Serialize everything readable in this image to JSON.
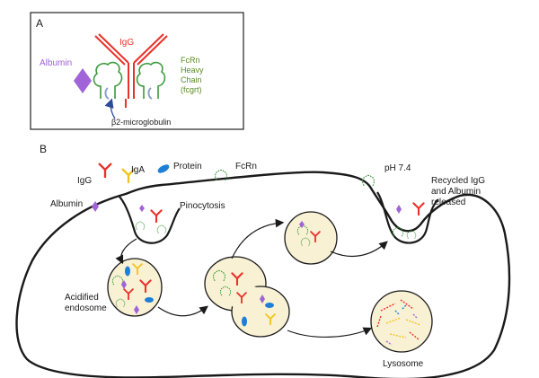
{
  "panel_a": {
    "letter": "A",
    "igg_label": "IgG",
    "albumin_label": "Albumin",
    "fcrn_label_lines": [
      "FcRn",
      "Heavy",
      "Chain",
      "(fcgrt)"
    ],
    "b2m_label": "β2-microglobulin"
  },
  "panel_b": {
    "letter": "B",
    "igg_label": "IgG",
    "iga_label": "IgA",
    "protein_label": "Protein",
    "fcrn_label": "FcRn",
    "albumin_label": "Albumin",
    "ph_label": "pH 7.4",
    "recycled_lines": [
      "Recycled IgG",
      "and Albumin",
      "released"
    ],
    "pinocytosis_label": "Pinocytosis",
    "endosome_lines": [
      "Acidified",
      "endosome"
    ],
    "lysosome_label": "Lysosome"
  },
  "colors": {
    "igg": "#e8312a",
    "iga": "#f2c31b",
    "fcrn": "#3a9a3a",
    "albumin": "#a064d8",
    "protein": "#1d7fd6",
    "b2m": "#5a7ab8",
    "vesicle": "#f8f1d4",
    "membrane": "#1a1a1a",
    "fcrn_text": "#5a8a2a"
  }
}
